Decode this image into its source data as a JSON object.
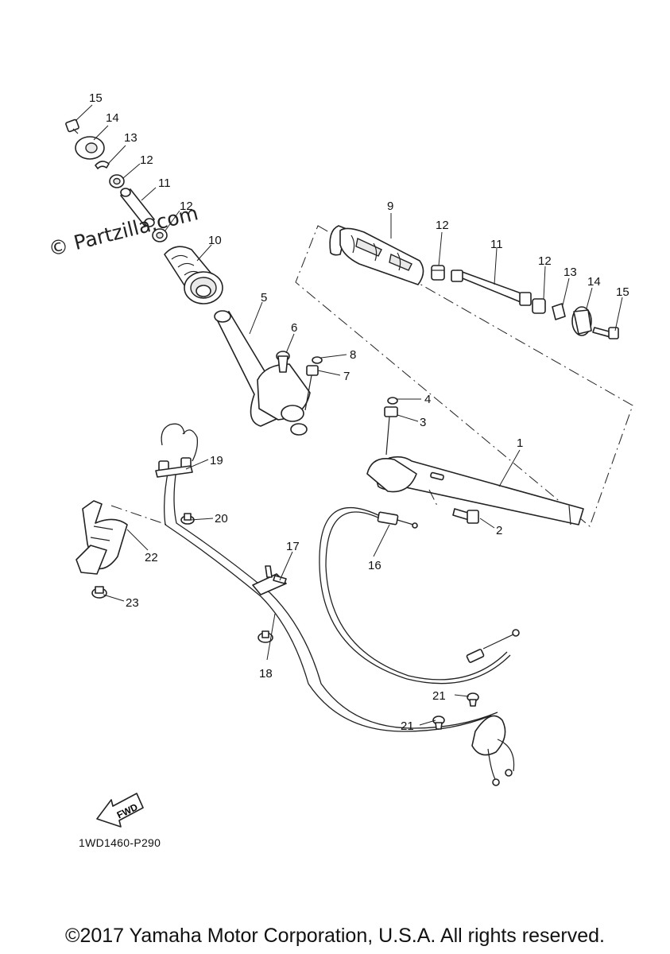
{
  "watermark": "© Partzilla.com",
  "diagram_code": "1WD1460-P290",
  "fwd_label": "FWD",
  "copyright": "©2017 Yamaha Motor Corporation, U.S.A. All rights reserved.",
  "callouts": {
    "c15a": "15",
    "c14a": "14",
    "c13a": "13",
    "c12a": "12",
    "c11a": "11",
    "c12b": "12",
    "c10": "10",
    "c9": "9",
    "c12c": "12",
    "c11b": "11",
    "c12d": "12",
    "c13b": "13",
    "c14b": "14",
    "c15b": "15",
    "c5": "5",
    "c6": "6",
    "c8": "8",
    "c7": "7",
    "c4": "4",
    "c3": "3",
    "c1": "1",
    "c2": "2",
    "c16": "16",
    "c19": "19",
    "c20": "20",
    "c22": "22",
    "c23": "23",
    "c17": "17",
    "c18": "18",
    "c21a": "21",
    "c21b": "21"
  }
}
